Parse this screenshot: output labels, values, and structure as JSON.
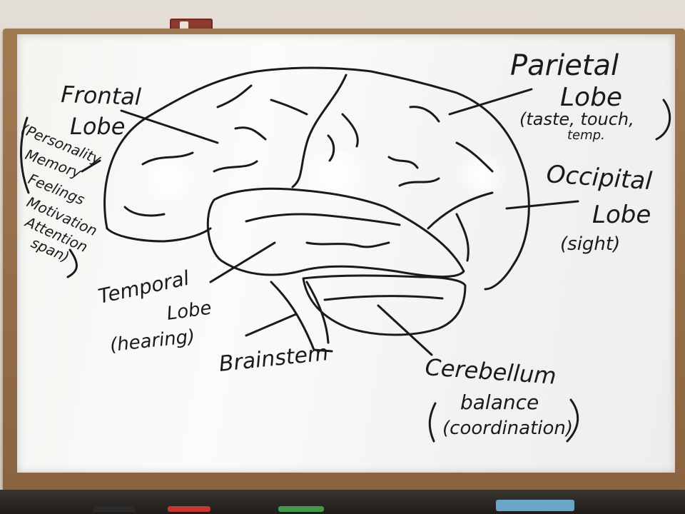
{
  "board": {
    "frontal": {
      "title_line1": "Frontal",
      "title_line2": "Lobe",
      "notes": [
        "(Personality",
        "Memory",
        "Feelings",
        "Motivation",
        "Attention",
        "span)"
      ]
    },
    "parietal": {
      "title_line1": "Parietal",
      "title_line2": "Lobe",
      "note_line1": "(taste, touch,",
      "note_line2": "temp."
    },
    "occipital": {
      "title_line1": "Occipital",
      "title_line2": "Lobe",
      "note": "(sight)"
    },
    "temporal": {
      "title_line1": "Temporal",
      "title_line2": "Lobe",
      "note": "(hearing)"
    },
    "brainstem": {
      "title": "Brainstem"
    },
    "cerebellum": {
      "title": "Cerebellum",
      "note_line1": "balance",
      "note_line2": "(coordination)"
    }
  },
  "colors": {
    "ink": "#1a1a1a",
    "frame": "#9a7048",
    "board": "#f6f6f4"
  }
}
